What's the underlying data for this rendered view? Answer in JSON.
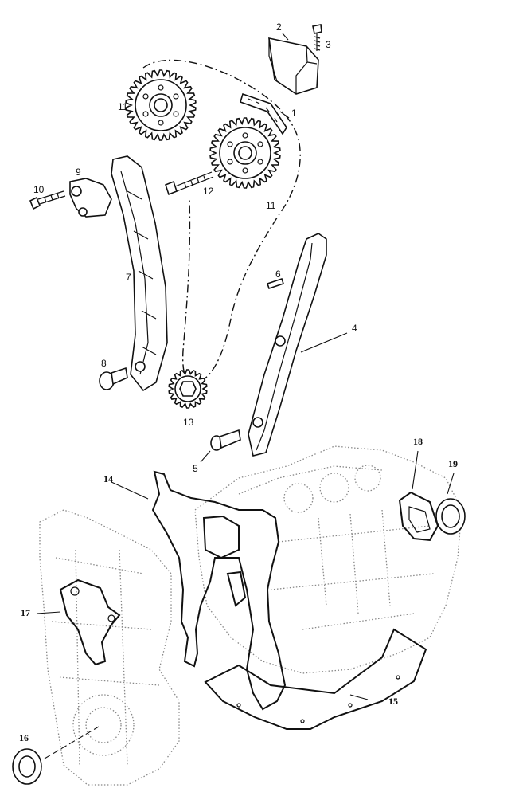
{
  "diagram": {
    "callouts": [
      {
        "id": "c1",
        "text": "1"
      },
      {
        "id": "c2",
        "text": "2"
      },
      {
        "id": "c3",
        "text": "3"
      },
      {
        "id": "c4",
        "text": "4"
      },
      {
        "id": "c5",
        "text": "5"
      },
      {
        "id": "c6",
        "text": "6"
      },
      {
        "id": "c7",
        "text": "7"
      },
      {
        "id": "c8",
        "text": "8"
      },
      {
        "id": "c9",
        "text": "9"
      },
      {
        "id": "c10",
        "text": "10"
      },
      {
        "id": "c11a",
        "text": "11"
      },
      {
        "id": "c11b",
        "text": "11"
      },
      {
        "id": "c12",
        "text": "12"
      },
      {
        "id": "c13",
        "text": "13"
      },
      {
        "id": "c14",
        "text": "14"
      },
      {
        "id": "c15",
        "text": "15"
      },
      {
        "id": "c16",
        "text": "16"
      },
      {
        "id": "c17",
        "text": "17"
      },
      {
        "id": "c18",
        "text": "18"
      },
      {
        "id": "c19",
        "text": "19"
      }
    ]
  }
}
